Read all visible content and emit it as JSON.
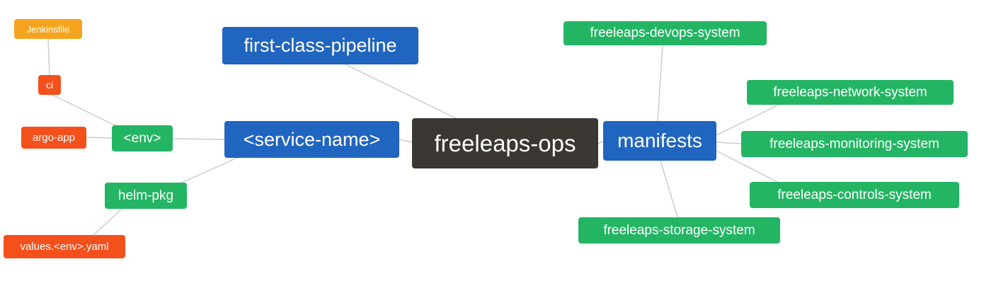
{
  "diagram": {
    "type": "mindmap",
    "colors": {
      "blue": "#2065c0",
      "green": "#23b563",
      "red": "#f4501c",
      "orange": "#f6a41f",
      "dark": "#3b3733",
      "edge": "#cccccc",
      "background": "#ffffff",
      "text": "#ffffff"
    },
    "nodes": {
      "jenkinsfile": {
        "label": "Jenkinsfile",
        "color": "orange"
      },
      "ci": {
        "label": "ci",
        "color": "red"
      },
      "argo_app": {
        "label": "argo-app",
        "color": "red"
      },
      "env": {
        "label": "<env>",
        "color": "green"
      },
      "first_class_pipeline": {
        "label": "first-class-pipeline",
        "color": "blue"
      },
      "service_name": {
        "label": "<service-name>",
        "color": "blue"
      },
      "freeleaps_ops": {
        "label": "freeleaps-ops",
        "color": "dark"
      },
      "manifests": {
        "label": "manifests",
        "color": "blue"
      },
      "helm_pkg": {
        "label": "helm-pkg",
        "color": "green"
      },
      "values_env_yaml": {
        "label": "values.<env>.yaml",
        "color": "red"
      },
      "devops_system": {
        "label": "freeleaps-devops-system",
        "color": "green"
      },
      "network_system": {
        "label": "freeleaps-network-system",
        "color": "green"
      },
      "monitoring_system": {
        "label": "freeleaps-monitoring-system",
        "color": "green"
      },
      "controls_system": {
        "label": "freeleaps-controls-system",
        "color": "green"
      },
      "storage_system": {
        "label": "freeleaps-storage-system",
        "color": "green"
      }
    },
    "edges": [
      [
        "jenkinsfile",
        "ci"
      ],
      [
        "ci",
        "env"
      ],
      [
        "argo_app",
        "env"
      ],
      [
        "env",
        "service_name"
      ],
      [
        "service_name",
        "freeleaps_ops"
      ],
      [
        "first_class_pipeline",
        "freeleaps_ops"
      ],
      [
        "service_name",
        "helm_pkg"
      ],
      [
        "helm_pkg",
        "values_env_yaml"
      ],
      [
        "freeleaps_ops",
        "manifests"
      ],
      [
        "manifests",
        "devops_system"
      ],
      [
        "manifests",
        "network_system"
      ],
      [
        "manifests",
        "monitoring_system"
      ],
      [
        "manifests",
        "controls_system"
      ],
      [
        "manifests",
        "storage_system"
      ]
    ]
  }
}
